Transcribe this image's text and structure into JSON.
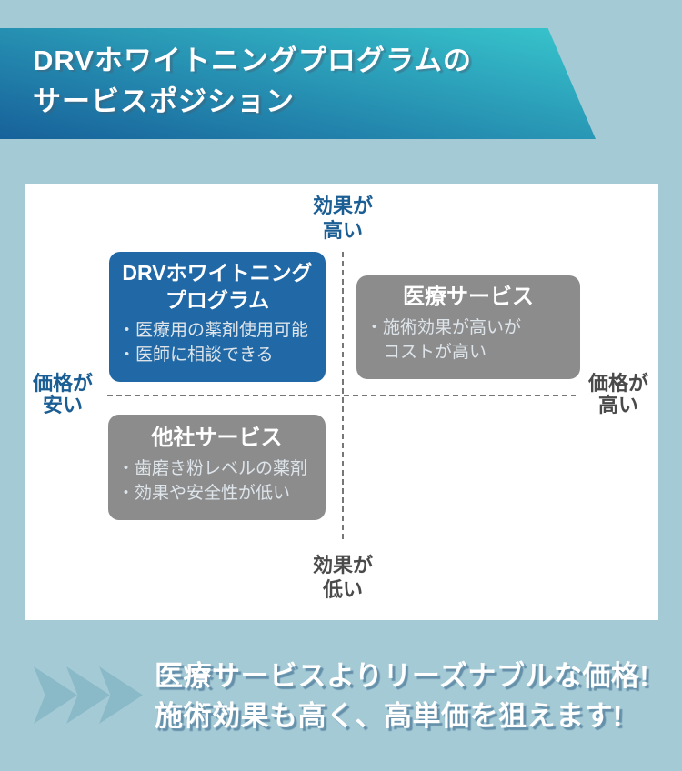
{
  "colors": {
    "background": "#a4cad6",
    "banner_gradient_top": "#38c6cd",
    "banner_gradient_bottom": "#17619a",
    "card_bg": "#ffffff",
    "drv_box_blue": "#2068a6",
    "gray_box": "#8c8c8c",
    "axis_blue": "#1b5e94",
    "axis_gray": "#4a4a4a",
    "dashed_line": "#777777",
    "chevron": "#8ab9c7",
    "bullet_text": "#dde4ea"
  },
  "header": {
    "title_line1": "DRVホワイトニングプログラムの",
    "title_line2": "サービスポジション"
  },
  "matrix": {
    "axis_top": {
      "line1": "効果が",
      "line2": "高い"
    },
    "axis_bottom": {
      "line1": "効果が",
      "line2": "低い"
    },
    "axis_left": {
      "line1": "価格が",
      "line2": "安い"
    },
    "axis_right": {
      "line1": "価格が",
      "line2": "高い"
    },
    "boxes": [
      {
        "name": "drv-program",
        "title_line1": "DRVホワイトニング",
        "title_line2": "プログラム",
        "bullet1": "・医療用の薬剤使用可能",
        "bullet2": "・医師に相談できる"
      },
      {
        "name": "medical-service",
        "title": "医療サービス",
        "bullet1": "・施術効果が高いが",
        "bullet2": "　コストが高い"
      },
      {
        "name": "competitor-service",
        "title": "他社サービス",
        "bullet1": "・歯磨き粉レベルの薬剤",
        "bullet2": "・効果や安全性が低い"
      }
    ]
  },
  "footer": {
    "line1": "医療サービスよりリーズナブルな価格!",
    "line2": "施術効果も高く、高単価を狙えます!"
  }
}
